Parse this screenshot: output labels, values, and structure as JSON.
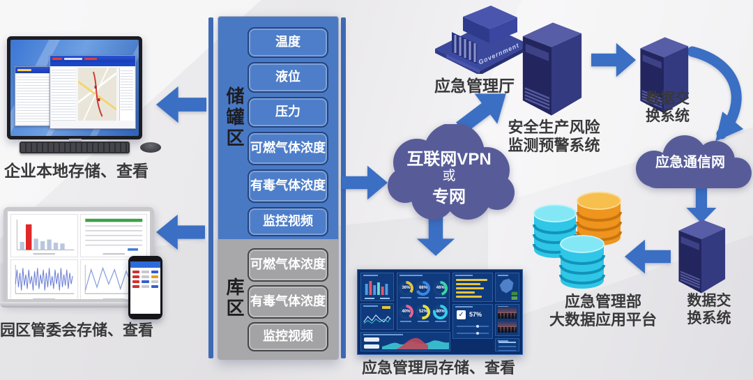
{
  "colors": {
    "panel_blue": "#4a79c4",
    "zone_gray": "#a8a8aa",
    "stripe_blue": "#3e6cb8",
    "arrow_blue": "#3a6fc4",
    "cloud_indigo": "#575c99",
    "server_navy": "#2b2f6e",
    "db_cyan": "#2fc6e8",
    "db_orange": "#ef941c",
    "dashboard_bg": "#0b2e6b"
  },
  "zones": {
    "tank": {
      "label": "储罐区",
      "items": [
        "温度",
        "液位",
        "压力",
        "可燃气体浓度",
        "有毒气体浓度",
        "监控视频"
      ]
    },
    "warehouse": {
      "label": "库区",
      "items": [
        "可燃气体浓度",
        "有毒气体浓度",
        "监控视频"
      ]
    }
  },
  "devices": {
    "desktop": {
      "caption": "企业本地存储、查看"
    },
    "laptop": {
      "caption": "园区管委会存储、查看"
    }
  },
  "vpn_cloud": {
    "line1": "互联网VPN",
    "line2": "或",
    "line3": "专网"
  },
  "government": {
    "label": "应急管理厅",
    "base_text": "Government"
  },
  "risk_system": {
    "line1": "安全生产风险",
    "line2": "监测预警系统"
  },
  "exchange_top": {
    "line1": "数据交",
    "line2": "换系统"
  },
  "comm_cloud": {
    "label": "应急通信网"
  },
  "exchange_bottom": {
    "line1": "数据交",
    "line2": "换系统"
  },
  "bigdata_platform": {
    "line1": "应急管理部",
    "line2": "大数据应用平台"
  },
  "dashboard": {
    "caption": "应急管理局存储、查看",
    "donuts": [
      {
        "value": "36%",
        "color": "#e6c23a"
      },
      {
        "value": "68%",
        "color": "#3a86e6"
      },
      {
        "value": "46%",
        "color": "#35d9a0"
      },
      {
        "value": "40%",
        "color": "#f0608e"
      },
      {
        "value": "52%",
        "color": "#e6e23a"
      },
      {
        "value": "80%",
        "color": "#35cde8"
      }
    ],
    "gauge_value": "57%"
  }
}
